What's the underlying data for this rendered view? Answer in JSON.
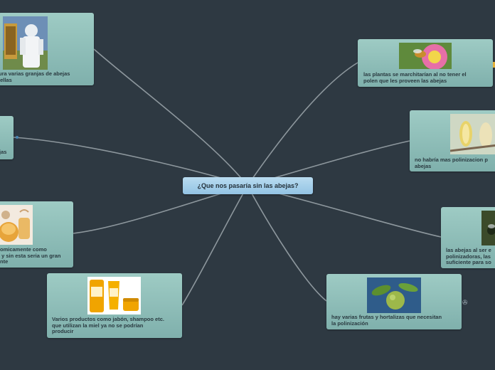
{
  "center": {
    "label": "¿Que nos pasaría sin las abejas?"
  },
  "nodes": [
    {
      "id": "beekeeper",
      "text": "ura varias granjas de abejas\n ellas"
    },
    {
      "id": "left-mid",
      "text": "jas"
    },
    {
      "id": "honey",
      "text": "omicamente como\n y sin esta seria un gran\nnte"
    },
    {
      "id": "products",
      "text": "Varios productos como jabón, shampoo etc.\nque utilizan la miel ya no se podrían\nproducir"
    },
    {
      "id": "plants",
      "text": "las plantas se marchitarían al no tener el\npolen que les proveen las abejas"
    },
    {
      "id": "pollination",
      "text": "no habría mas polinizacion p\nabejas"
    },
    {
      "id": "pollinators",
      "text": "las abejas al ser e\npolinizadoras, las\nsuficiente para so"
    },
    {
      "id": "fruits",
      "text": "hay varias frutas y hortalizas que necesitan\nla polinización"
    }
  ],
  "colors": {
    "background": "#2e3942",
    "node": "#8fbdb8",
    "center": "#a6cfe9",
    "line": "#9aa4aa"
  }
}
